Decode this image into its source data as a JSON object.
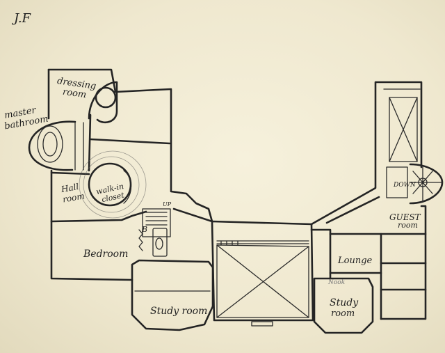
{
  "signature": "J.F",
  "rooms": {
    "dressing_room": {
      "line1": "dressing",
      "line2": "room"
    },
    "master_bathroom": {
      "line1": "master",
      "line2": "bathroom"
    },
    "walk_in_closet": {
      "line1": "walk-in",
      "line2": "closet"
    },
    "hall_room": {
      "line1": "Hall",
      "line2": "room"
    },
    "bedroom": "Bedroom",
    "study_room_left": "Study room",
    "lounge": "Lounge",
    "guest_room": {
      "line1": "GUEST",
      "line2": "room"
    },
    "study_room_right": {
      "line1": "Study",
      "line2": "room"
    },
    "faint_note": "Nook"
  },
  "stair_marks": {
    "up": "UP",
    "down": "DOWN",
    "b": "B"
  }
}
